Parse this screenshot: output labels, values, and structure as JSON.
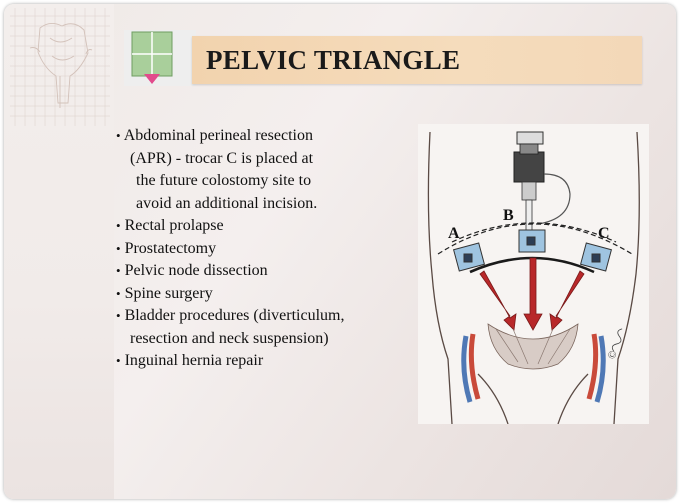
{
  "slide": {
    "title": "PELVIC TRIANGLE",
    "bullets": [
      {
        "lines": [
          "Abdominal perineal resection",
          "(APR) - trocar C is placed at",
          "the future colostomy site to",
          "avoid an additional incision."
        ]
      },
      {
        "lines": [
          "Rectal prolapse"
        ]
      },
      {
        "lines": [
          "Prostatectomy"
        ]
      },
      {
        "lines": [
          "Pelvic node dissection"
        ]
      },
      {
        "lines": [
          "Spine surgery"
        ]
      },
      {
        "lines": [
          "Bladder procedures (diverticulum,",
          "resection and neck suspension)"
        ]
      },
      {
        "lines": [
          "Inguinal hernia repair"
        ]
      }
    ],
    "bullet_char": "•"
  },
  "illustration": {
    "label_a": "A",
    "label_b": "B",
    "label_c": "C",
    "signature": "©"
  },
  "colors": {
    "title_bg": "#f2d3ae",
    "logo_green": "#a9cf9b",
    "logo_pink": "#e24b8c",
    "arrow_red": "#b8282a",
    "trocar_blue": "#9fc4e0"
  }
}
